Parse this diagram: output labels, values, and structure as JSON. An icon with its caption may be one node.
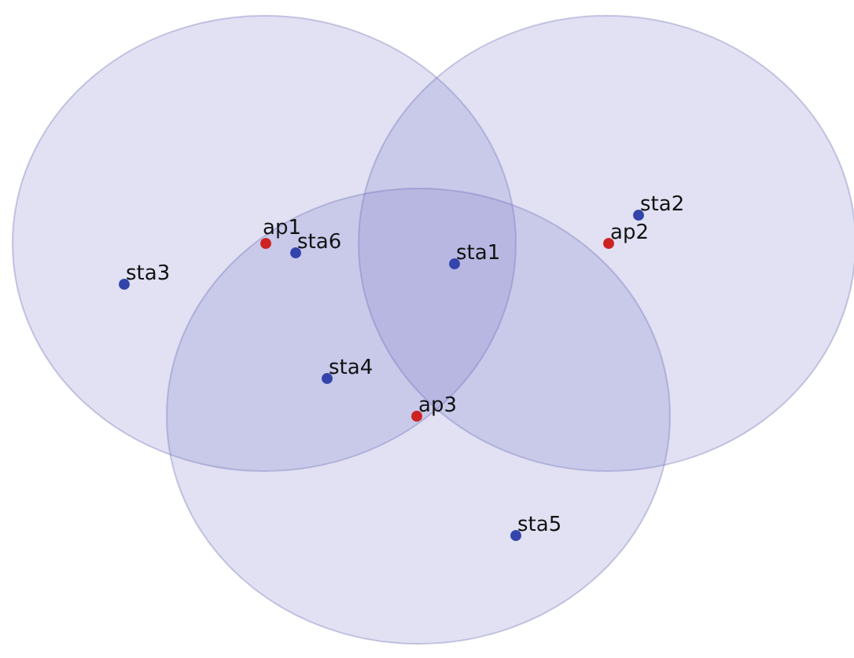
{
  "diagram": {
    "labels": [
      "sta2",
      "ap1",
      "sta6",
      "ap2",
      "sta1",
      "sta3",
      "sta4",
      "ap3",
      "sta5"
    ]
  }
}
